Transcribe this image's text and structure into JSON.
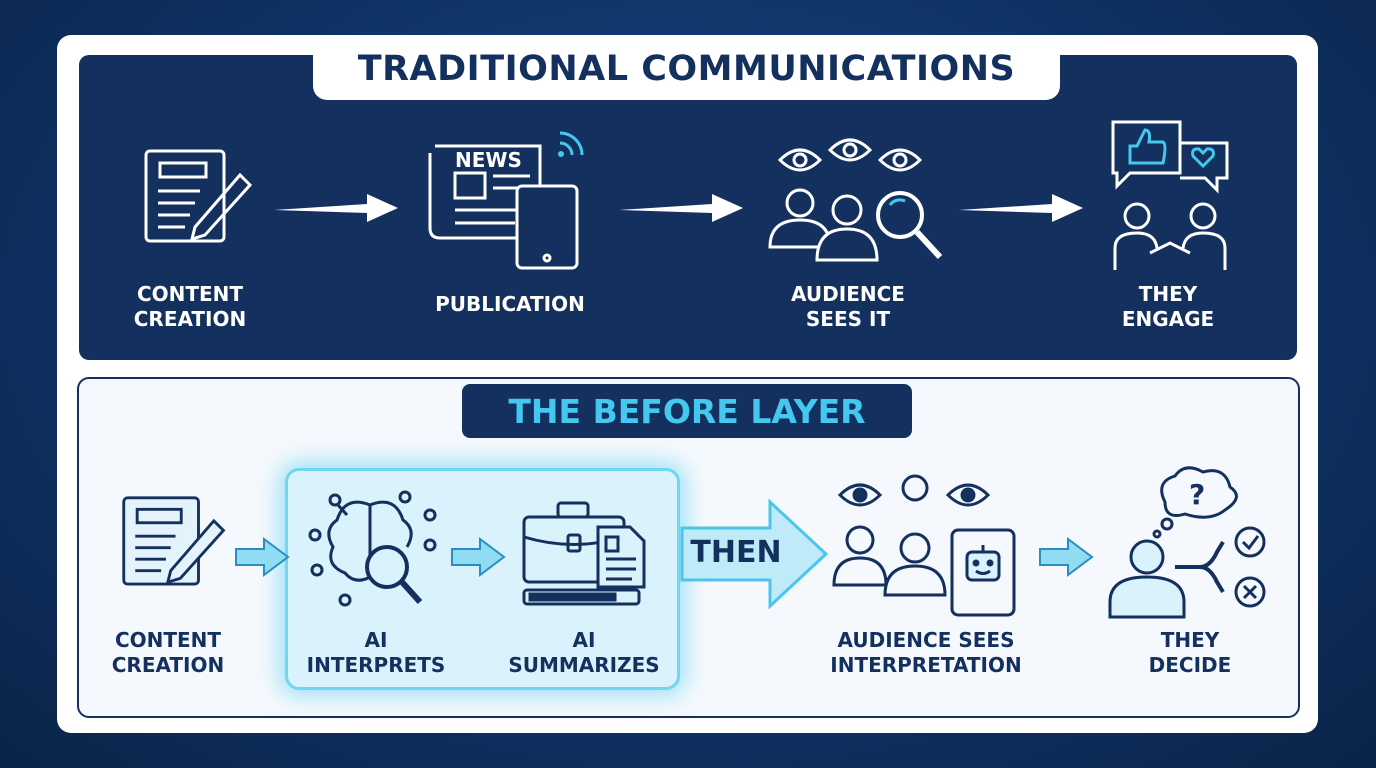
{
  "traditional": {
    "title": "TRADITIONAL COMMUNICATIONS",
    "steps": [
      {
        "line1": "CONTENT",
        "line2": "CREATION"
      },
      {
        "line1": "PUBLICATION",
        "line2": ""
      },
      {
        "line1": "AUDIENCE",
        "line2": "SEES IT"
      },
      {
        "line1": "THEY",
        "line2": "ENGAGE"
      }
    ],
    "news_label": "NEWS"
  },
  "before": {
    "title": "THE BEFORE LAYER",
    "then_label": "THEN",
    "steps": [
      {
        "line1": "CONTENT",
        "line2": "CREATION"
      },
      {
        "line1": "AI",
        "line2": "INTERPRETS"
      },
      {
        "line1": "AI",
        "line2": "SUMMARIZES"
      },
      {
        "line1": "AUDIENCE SEES",
        "line2": "INTERPRETATION"
      },
      {
        "line1": "THEY",
        "line2": "DECIDE"
      }
    ]
  },
  "colors": {
    "navy": "#14305e",
    "cyan": "#44c8ef",
    "white": "#ffffff"
  }
}
